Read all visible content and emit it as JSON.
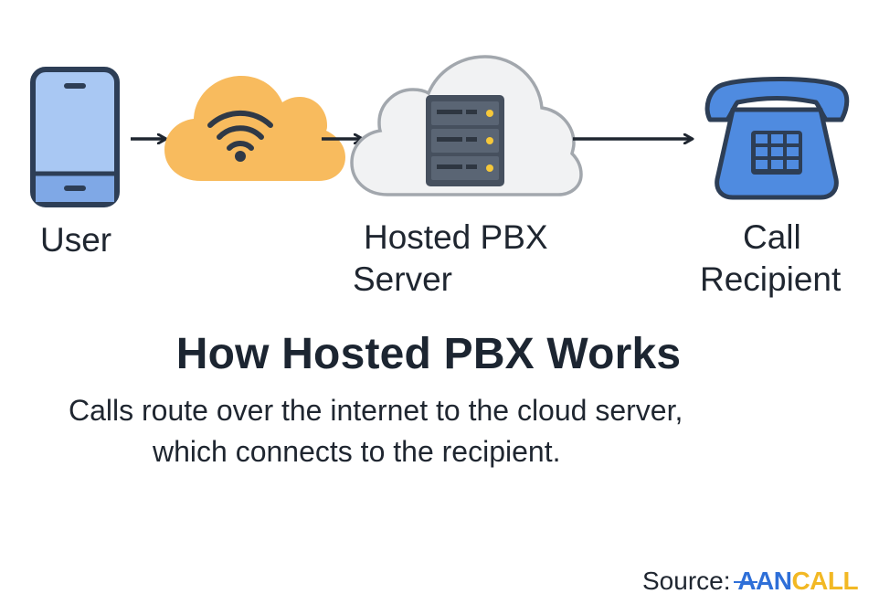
{
  "nodes": {
    "user": {
      "label": "User"
    },
    "internet": {
      "label": ""
    },
    "server": {
      "label_line1": "Hosted PBX",
      "label_line2": "Server"
    },
    "recipient": {
      "label_line1": "Call",
      "label_line2": "Recipient"
    }
  },
  "title": "How Hosted PBX Works",
  "description": {
    "line1": "Calls route over the internet to the cloud server,",
    "line2": "which connects to the recipient."
  },
  "source": {
    "prefix": "Source:",
    "brand_part1": "AAN",
    "brand_part2": "CALL"
  },
  "colors": {
    "phone_fill": "#a9c8f3",
    "phone_stroke": "#2d3e56",
    "internet_cloud": "#f8bb5e",
    "server_cloud": "#f1f2f3",
    "server_rack": "#46505e",
    "led": "#f6c83a",
    "telephone": "#4f8be0",
    "arrow": "#1f2630",
    "brand_blue": "#2e6fd8",
    "brand_yellow": "#f2b824"
  }
}
